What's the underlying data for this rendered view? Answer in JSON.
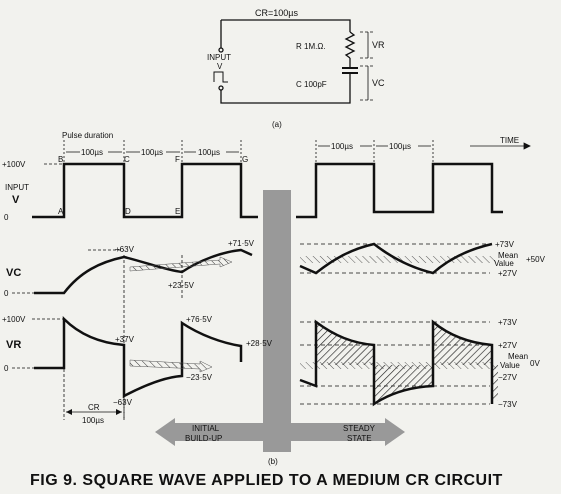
{
  "circuit": {
    "cr_label": "CR=100µs",
    "input_label": "INPUT",
    "input_v": "V",
    "r_label": "R 1M.Ω.",
    "c_label": "C 100pF",
    "vr": "VR",
    "vc": "VC",
    "sub_a": "(a)"
  },
  "top": {
    "pulse_duration": "Pulse duration",
    "time": "TIME",
    "dur1": "100µs",
    "dur2": "100µs",
    "dur3": "100µs",
    "dur4": "100µs",
    "dur5": "100µs",
    "plus100": "+100V",
    "zero": "0",
    "input": "INPUT",
    "v": "V",
    "pt_a": "A",
    "pt_b": "B",
    "pt_c": "C",
    "pt_d": "D",
    "pt_e": "E",
    "pt_f": "F",
    "pt_g": "G"
  },
  "vc_plot": {
    "name": "VC",
    "zero": "0",
    "v63": "+63V",
    "v715": "+71·5V",
    "v235": "+23·5V",
    "r73": "+73V",
    "mean": "Mean",
    "value": "Value",
    "v50": "+50V",
    "r27": "+27V"
  },
  "vr_plot": {
    "name": "VR",
    "plus100": "+100V",
    "zero": "0",
    "v37": "+37V",
    "v765": "+76·5V",
    "v285": "+28·5V",
    "vm235": "−23·5V",
    "vm63": "−63V",
    "cr": "CR",
    "dur": "100µs",
    "r73": "+73V",
    "r27": "+27V",
    "mean": "Mean",
    "value": "Value",
    "v0": "0V",
    "rm27": "−27V",
    "rm73": "−73V"
  },
  "bottom": {
    "initial": "INITIAL",
    "buildup": "BUILD-UP",
    "steady": "STEADY",
    "state": "STATE",
    "sub_b": "(b)"
  },
  "caption": "FIG 9.  SQUARE WAVE APPLIED TO A MEDIUM CR CIRCUIT"
}
